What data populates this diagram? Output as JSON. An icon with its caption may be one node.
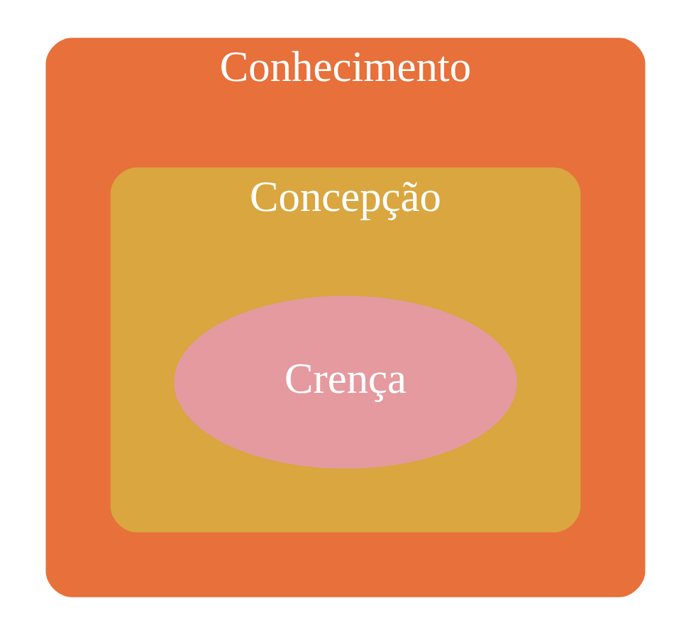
{
  "diagram": {
    "nodes": [
      {
        "text": [
          "Conhecimento"
        ]
      },
      {
        "text": [
          "Concepção"
        ],
        "in": 0
      },
      {
        "text": [
          "Crença"
        ],
        "in": 1
      }
    ]
  }
}
